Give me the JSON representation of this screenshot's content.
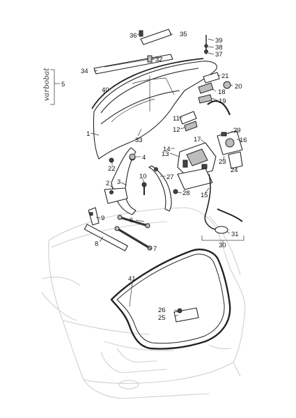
{
  "callouts": [
    {
      "n": "1"
    },
    {
      "n": "2"
    },
    {
      "n": "3"
    },
    {
      "n": "4"
    },
    {
      "n": "5"
    },
    {
      "n": "6"
    },
    {
      "n": "7"
    },
    {
      "n": "8"
    },
    {
      "n": "9"
    },
    {
      "n": "10"
    },
    {
      "n": "11"
    },
    {
      "n": "12"
    },
    {
      "n": "13"
    },
    {
      "n": "14"
    },
    {
      "n": "15"
    },
    {
      "n": "16"
    },
    {
      "n": "17"
    },
    {
      "n": "18"
    },
    {
      "n": "19"
    },
    {
      "n": "20"
    },
    {
      "n": "21"
    },
    {
      "n": "22"
    },
    {
      "n": "23"
    },
    {
      "n": "24"
    },
    {
      "n": "25"
    },
    {
      "n": "26"
    },
    {
      "n": "27"
    },
    {
      "n": "28"
    },
    {
      "n": "29"
    },
    {
      "n": "30"
    },
    {
      "n": "31"
    },
    {
      "n": "32"
    },
    {
      "n": "33"
    },
    {
      "n": "34"
    },
    {
      "n": "35"
    },
    {
      "n": "36"
    },
    {
      "n": "37"
    },
    {
      "n": "38"
    },
    {
      "n": "39"
    },
    {
      "n": "40"
    },
    {
      "n": "41"
    }
  ],
  "script_label": "varbobat"
}
